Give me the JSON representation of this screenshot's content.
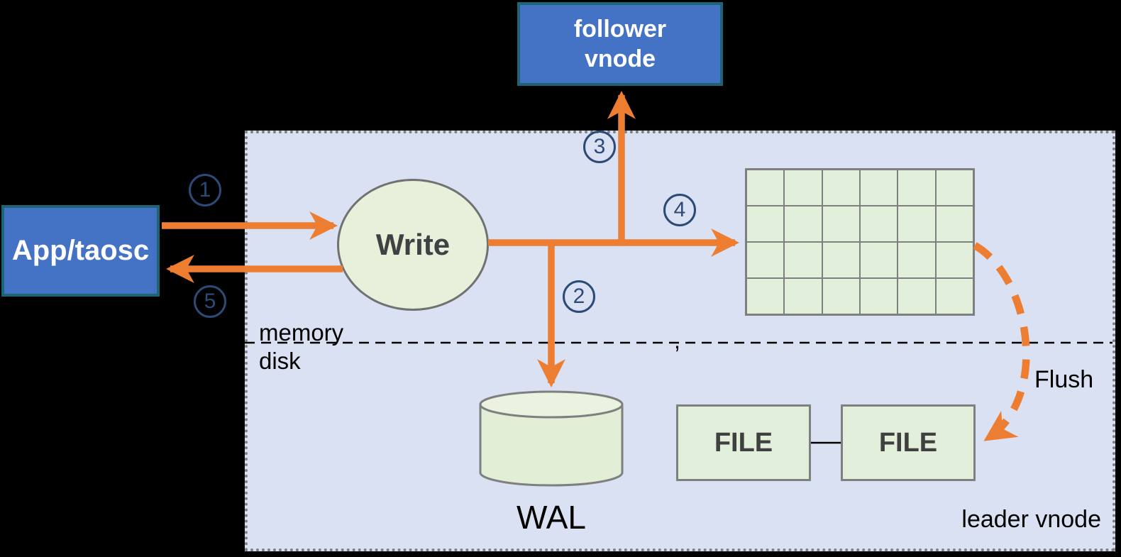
{
  "nodes": {
    "follower_vnode": {
      "label": "follower vnode"
    },
    "app_taosc": {
      "label": "App/taosc"
    },
    "write": {
      "label": "Write"
    },
    "wal": {
      "label": "WAL"
    },
    "files": [
      {
        "label": "FILE"
      },
      {
        "label": "FILE"
      }
    ]
  },
  "region": {
    "memory_label": "memory",
    "disk_label": "disk",
    "leader_label": "leader vnode",
    "divider_mark": ","
  },
  "flow": {
    "flush_label": "Flush",
    "steps": [
      "1",
      "2",
      "3",
      "4",
      "5"
    ]
  },
  "grid": {
    "rows": 4,
    "cols": 6
  },
  "colors": {
    "arrow_orange": "#ED7D31",
    "node_blue": "#4472C4",
    "node_blue_border": "#1F6474",
    "shape_green": "#E2EFDA",
    "step_navy": "#2B4A76",
    "region_fill": "#D9E1F2",
    "border_gray": "#7F7F7F",
    "canvas_bg": "#000000"
  }
}
